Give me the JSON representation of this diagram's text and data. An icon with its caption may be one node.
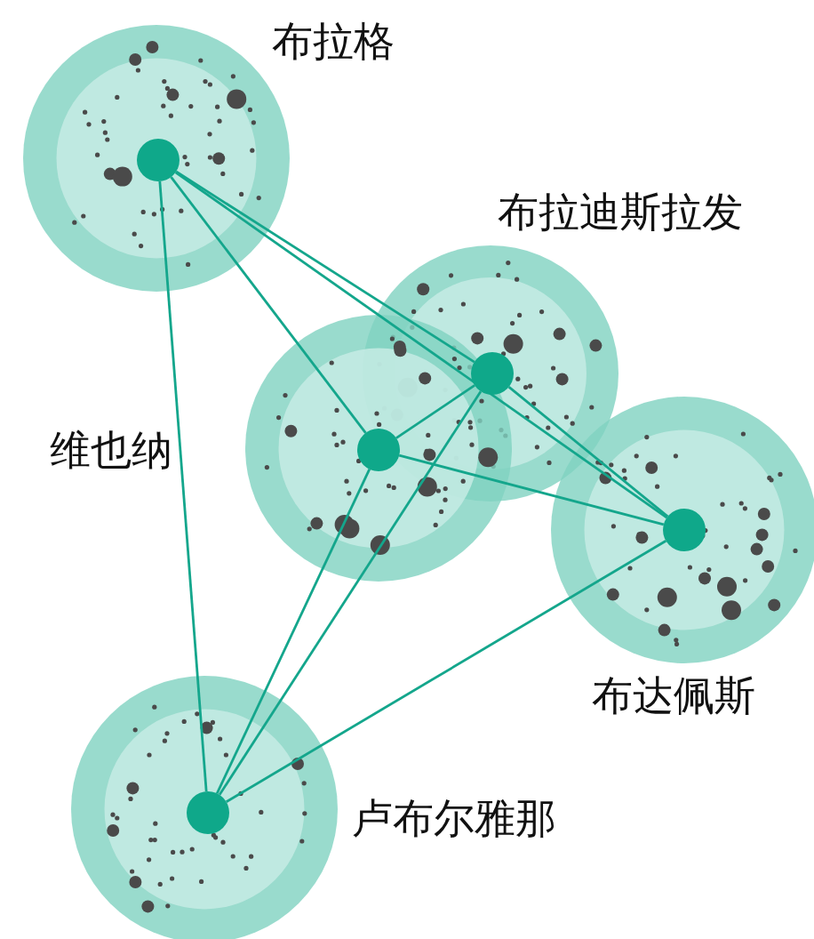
{
  "diagram": {
    "nodes": [
      {
        "text": [],
        "shape": "circle",
        "beside": [
          "布拉格"
        ]
      },
      {
        "text": [],
        "shape": "circle",
        "beside": [
          "布拉迪斯拉发"
        ]
      },
      {
        "text": [],
        "shape": "circle"
      },
      {
        "text": [],
        "shape": "circle",
        "beside": [
          "布达佩斯"
        ]
      },
      {
        "text": [],
        "shape": "circle",
        "beside": [
          "卢布尔雅那"
        ]
      }
    ],
    "edges": [
      {
        "from": 0,
        "to": 1,
        "arrow": "none"
      },
      {
        "from": 0,
        "to": 2,
        "arrow": "none"
      },
      {
        "from": 0,
        "to": 3,
        "arrow": "none"
      },
      {
        "from": 0,
        "to": 4,
        "arrow": "none"
      },
      {
        "from": 1,
        "to": 2,
        "arrow": "none"
      },
      {
        "from": 1,
        "to": 3,
        "arrow": "none"
      },
      {
        "from": 1,
        "to": 4,
        "arrow": "none"
      },
      {
        "from": 2,
        "to": 3,
        "arrow": "none"
      },
      {
        "from": 2,
        "to": 4,
        "arrow": "none"
      },
      {
        "from": 3,
        "to": 4,
        "arrow": "none"
      }
    ],
    "labels": [
      "维也纳"
    ]
  }
}
